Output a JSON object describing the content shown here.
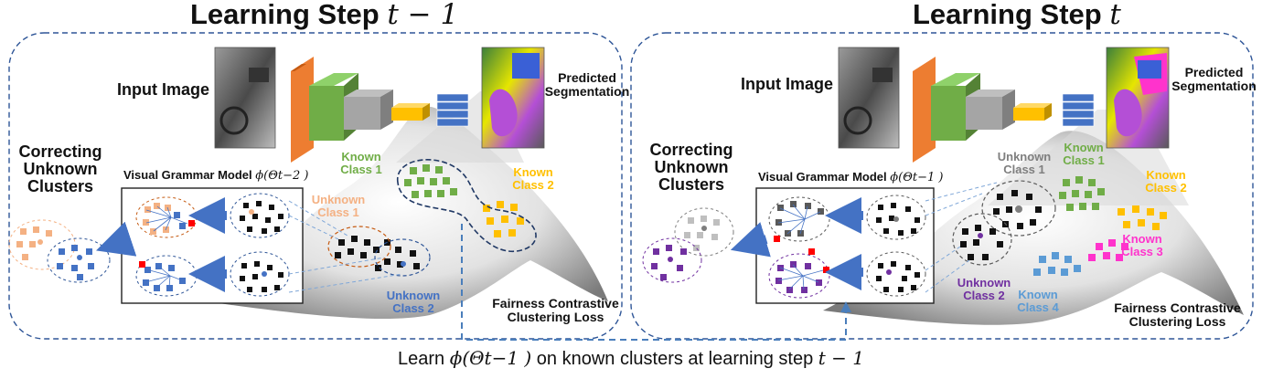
{
  "left": {
    "title": "Learning Step",
    "title_math": "t − 1",
    "input_image": "Input Image",
    "predicted": "Predicted Segmentation",
    "correcting": "Correcting Unknown Clusters",
    "vgm_label": "Visual Grammar Model",
    "vgm_math": "ϕ(Θt−2 )",
    "known_class_1": "Known Class 1",
    "known_class_2": "Known Class 2",
    "unknown_class_1": "Unknown Class 1",
    "unknown_class_2": "Unknown Class 2",
    "loss": "Fairness Contrastive Clustering Loss"
  },
  "right": {
    "title": "Learning Step",
    "title_math": "t",
    "input_image": "Input Image",
    "predicted": "Predicted Segmentation",
    "correcting": "Correcting Unknown Clusters",
    "vgm_label": "Visual Grammar Model",
    "vgm_math": "ϕ(Θt−1 )",
    "unknown_class_1": "Unknown Class 1",
    "known_class_1": "Known Class 1",
    "known_class_2": "Known Class 2",
    "known_class_3": "Known Class 3",
    "known_class_4": "Known Class 4",
    "unknown_class_2": "Unknown Class 2",
    "loss": "Fairness Contrastive Clustering Loss"
  },
  "bottom": {
    "prefix": "Learn",
    "math1": "ϕ(Θt−1 )",
    "middle": "on known clusters at learning step",
    "math2": "t − 1"
  },
  "colors": {
    "known1": "#70ad47",
    "known2": "#ffc000",
    "known3": "#ff33cc",
    "known4": "#5b9bd5",
    "unknown1_left": "#f4b183",
    "unknown2": "#4472c4",
    "unknown1_right": "#7f7f7f",
    "unknown2_right": "#7030a0",
    "dash": "#2e5597",
    "arrow": "#4472c4"
  }
}
